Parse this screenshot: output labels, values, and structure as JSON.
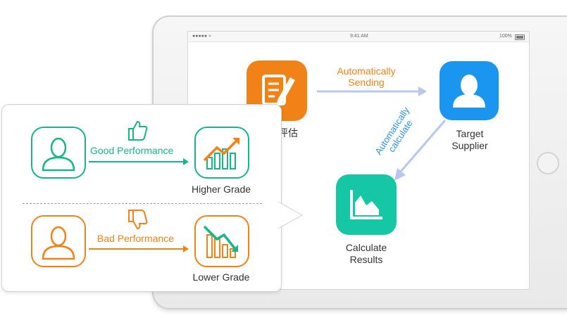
{
  "status_bar": {
    "signal": "●●●●● ≈",
    "time": "9:41 AM",
    "battery": "100%"
  },
  "tablet_flow": {
    "evaluation_label": "绩效评估",
    "auto_send_label": [
      "Automatically",
      "Sending"
    ],
    "target_supplier_label": [
      "Target",
      "Supplier"
    ],
    "auto_calc_label": [
      "Automatically",
      "calculate"
    ],
    "calc_results_label": [
      "Calculate",
      "Results"
    ]
  },
  "performance_card": {
    "good_label": "Good Performance",
    "higher_grade_label": "Higher Grade",
    "bad_label": "Bad Performance",
    "lower_grade_label": "Lower Grade"
  },
  "colors": {
    "orange": "#f08218",
    "blue": "#1a96f0",
    "teal": "#16c7a6",
    "green": "#18b48a",
    "arrow": "#b8c7ee"
  },
  "icons": [
    "document-edit-icon",
    "user-icon",
    "chart-icon",
    "thumbs-up-icon",
    "thumbs-down-icon",
    "trend-up-icon",
    "trend-down-icon"
  ]
}
